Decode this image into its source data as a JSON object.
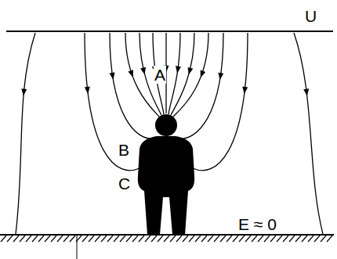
{
  "diagram": {
    "labels": [
      "U",
      "A",
      "B",
      "C",
      "E ≈ 0"
    ]
  }
}
